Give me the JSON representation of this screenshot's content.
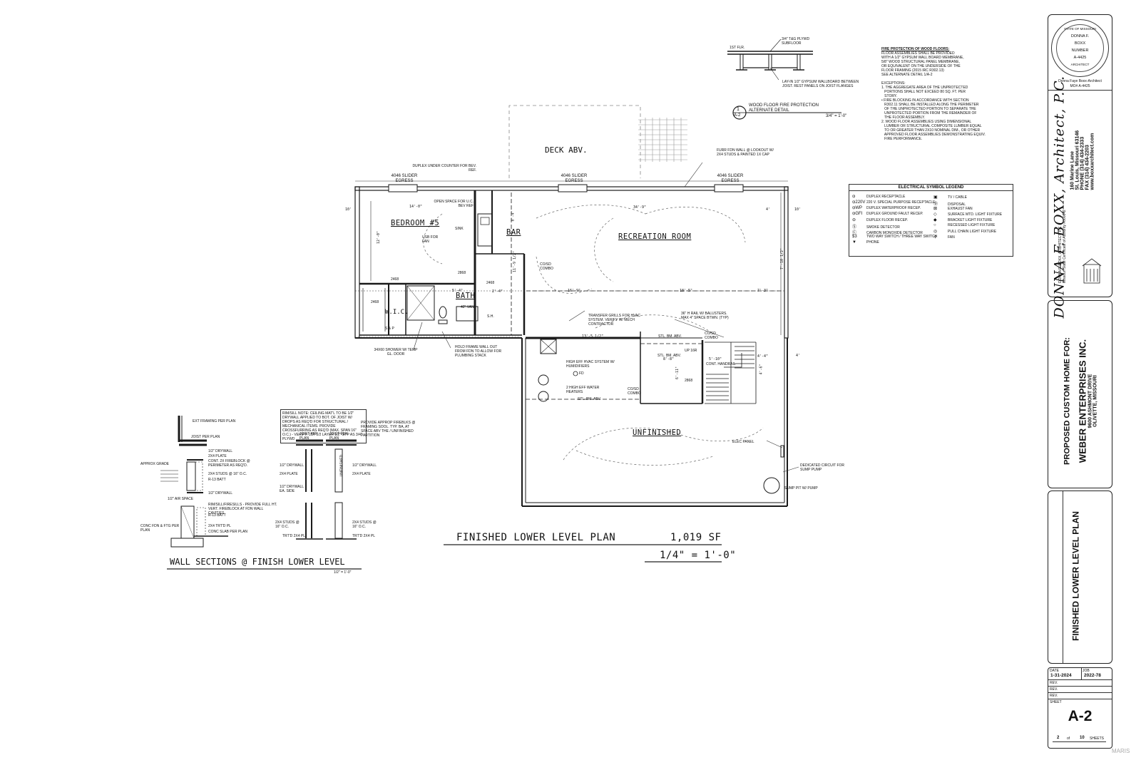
{
  "main_title": "FINISHED LOWER LEVEL PLAN",
  "main_area": "1,019 sf",
  "main_scale": "1/4\" = 1'-0\"",
  "wall_sections_title": "WALL SECTIONS @ FINISH LOWER LEVEL",
  "wall_sections_scale": "1/2\" = 1'-0\"",
  "rooms": {
    "bedroom": "BEDROOM #5",
    "recreation": "RECREATION ROOM",
    "bath": "BATH",
    "bar": "BAR",
    "wic": "W.I.C.",
    "deck": "DECK ABV.",
    "unfinished": "UNFINISHED"
  },
  "plan_notes": {
    "slider_1": "4046 SLIDER EGRESS",
    "slider_2": "4046 SLIDER EGRESS",
    "slider_3": "4046 SLIDER EGRESS",
    "duplex_counter": "DUPLEX UNDER COUNTER FOR BEV. REF.",
    "open_space": "OPEN SPACE FOR U.C. BEV REF",
    "sink": "SINK",
    "usb_fan": "USB FOR FAN",
    "van": "42\" VAN.",
    "shower": "34x60 SHOWER w/ TEMP GL. DOOR",
    "hold_frame": "HOLD FRAME WALL OUT FROM FDN TO ALLOW FOR PLUMBING STACK",
    "transfer": "TRANSFER GRILLS FOR HVAC SYSTEM. VERIFY w/ MECH CONTRACTOR",
    "rail": "36\" H RAIL w/ BALUSTERS. MAX 4\" SPACE BTWN. (TYP)",
    "furr": "FURR FDN WALL @ LOOKOUT w/ 2x4 STUDS & PAINTED 1X CAP",
    "hvac": "HIGH EFF HVAC SYSTEM w/ HUMIDIFIERS",
    "fd": "FD",
    "heaters": "2 HIGH EFF WATER HEATERS",
    "stl_bm_1": "STL. BM. ABV.",
    "stl_bm_2": "STL. BM. ABV.",
    "stl_bm_3": "STL. BM. ABV.",
    "up": "UP 16R",
    "handrail": "CONT. HANDRAIL",
    "elec_panel": "ELEC PANEL",
    "dedicated": "DEDICATED CIRCUIT FOR SUMP PUMP",
    "sump": "SUMP PIT w/ PUMP",
    "co_1": "CO/SD COMBO",
    "co_2": "CO/SD COMBO",
    "co_3": "CO/SD COMBO",
    "door_1": "2468",
    "door_2": "2468",
    "door_3": "2868",
    "door_4": "2868",
    "door_5": "2468",
    "shelf_1": "S.H.",
    "shelf_2": "S & P"
  },
  "dimensions": {
    "d1": "14'-0\"",
    "d2": "34'-9\"",
    "d3": "16'-9\"",
    "d4": "18'-5\"",
    "d5": "7'-3\"",
    "d6": "5'-4\"",
    "d7": "2'-4\"",
    "d8": "13'-5 1/2\"",
    "d9": "8'-8\"",
    "d10": "5'-10\"",
    "d11": "4'-4\"",
    "d12": "10'",
    "d13": "10'",
    "d14": "4'",
    "d15": "4'",
    "d16": "12'-0\"",
    "d17": "11'-9 1/2\"",
    "d18": "6'-11\"",
    "d19": "8'-4\"",
    "d20": "4'-6\"",
    "d21": "7'-10 1/2\""
  },
  "detail": {
    "top_label": "3/4\" T&G PLYWD SUBFLOOR",
    "floor_label": "1ST FLR.",
    "bottom_label": "LAY-IN 1/2\" GYPSUM WALLBOARD BETWEEN JOIST. REST PANELS ON JOIST FLANGES",
    "tag_num": "1",
    "tag_sheet": "A-2",
    "name": "WOOD FLOOR FIRE PROTECTION ALTERNATE DETAIL",
    "scale": "3/4\" = 1'-0\""
  },
  "fire_note": {
    "heading": "FIRE PROTECTION OF WOOD FLOORS:",
    "lines": [
      "FLOOR ASSEMBLIES SHALL BE PROVIDED",
      "WITH A 1/2\" GYPSUM WALL BOARD MEMBRANE,",
      "5/8\" WOOD STRUCTURAL PANEL MEMBRANE,",
      "OR EQUIVALENT ON THE UNDERSIDE OF THE",
      "FLOOR FRAMING (2015 IRC R302.13)",
      "SEE ALTERNATE DETAIL 1/A-2",
      "",
      "EXCEPTIONS:",
      "1. THE AGGREGATE AREA OF THE UNPROTECTED",
      "   PORTIONS SHALL NOT EXCEED 80 SQ. FT. PER",
      "   STORY.",
      "• FIRE BLOCKING IN ACCORDANCE WITH SECTION",
      "   R302.11 SHALL BE INSTALLED ALONG THE PERIMETER",
      "   OF THE UNPROTECTED PORTION TO SEPARATE THE",
      "   UNPROTECTED PORTION FROM THE REMAINDER OF",
      "   THE FLOOR ASSEMBLY.",
      "2. WOOD FLOOR ASSEMBLIES USING DIMENSIONAL",
      "   LUMBER OR STRUCTURAL COMPOSITE LUMBER EQUAL",
      "   TO OR GREATER THAN 2x10 NOMINAL DIM., OR OTHER",
      "   APPROVED FLOOR ASSEMBLIES DEMONSTRATING EQUIV.",
      "   FIRE PERFORMANCE."
    ]
  },
  "legend": {
    "title": "ELECTRICAL SYMBOL LEGEND",
    "left": [
      {
        "sym": "⦶",
        "label": "DUPLEX RECEPTACLE"
      },
      {
        "sym": "⦶220V",
        "label": "220 V. SPECIAL PURPOSE RECEPTACLE"
      },
      {
        "sym": "⦶WP",
        "label": "DUPLEX WATERPROOF RECEP."
      },
      {
        "sym": "⦶GFI",
        "label": "DUPLEX GROUND FAULT RECEP."
      },
      {
        "sym": "⊖",
        "label": "DUPLEX FLOOR RECEP."
      },
      {
        "sym": "Ⓢ",
        "label": "SMOKE DETECTOR"
      },
      {
        "sym": "Ⓒ",
        "label": "CARBON MONOXIDE DETECTOR"
      },
      {
        "sym": "$3",
        "label": "TWO WAY SWITCH / THREE WAY SWITCH"
      },
      {
        "sym": "▼",
        "label": "PHONE"
      }
    ],
    "right": [
      {
        "sym": "▣",
        "label": "TV / CABLE"
      },
      {
        "sym": "Ⓓ",
        "label": "DISPOSAL"
      },
      {
        "sym": "⊠",
        "label": "EXHAUST FAN"
      },
      {
        "sym": "◇",
        "label": "SURFACE MTD. LIGHT FIXTURE"
      },
      {
        "sym": "◆",
        "label": "BRACKET LIGHT FIXTURE"
      },
      {
        "sym": "○",
        "label": "RECESSED LIGHT FIXTURE"
      },
      {
        "sym": "◎",
        "label": "PULL CHAIN LIGHT FIXTURE"
      },
      {
        "sym": "✢",
        "label": "FAN"
      }
    ]
  },
  "title_block": {
    "seal_lines": [
      "STATE OF MISSOURI",
      "DONNA F.",
      "BOXX",
      "NUMBER",
      "A-4425",
      "ARCHITECT"
    ],
    "seal_caption_1": "Donna Faye Boxx-Architect",
    "seal_caption_2": "MO# A-4425",
    "firm_name": "DONNA F. BOXX, Architect, P.C.",
    "address_1": "160 Marine Lane",
    "address_2": "St. Louis, Missouri 63146",
    "phone": "PHONE (314) 434-2333",
    "fax": "FAX (314) 434-2203",
    "web": "www.boxxarchitect.com",
    "firm_small_1": "DONNA F. BOXX, ARCHITECT, P.C.",
    "firm_small_2": "Missouri State Certificate of Authority #000642",
    "project_1": "PROPOSED CUSTOM HOME FOR:",
    "project_2": "WEBER ENTERPRISES INC.",
    "project_3": "9600 ASHMONT DRIVE",
    "project_4": "OLIVETTE, MISSOURI",
    "sheet_title": "FINISHED LOWER LEVEL PLAN",
    "date_label": "DATE",
    "date_value": "1-31-2024",
    "job_label": "JOB",
    "job_value": "2022-78",
    "rev_1": "REV.",
    "rev_2": "REV.",
    "rev_3": "REV.",
    "sheet_label": "SHEET",
    "sheet_number": "A-2",
    "sheet_count_a": "2",
    "sheet_of": "of",
    "sheet_count_b": "10",
    "sheet_count_c": "SHEETS"
  },
  "wall_section_notes": {
    "left": [
      "EXT FRAMING PER PLAN",
      "JOIST PER PLAN",
      "1/2\" DRYWALL",
      "2X4 PLATE",
      "CONT. 2x FIREBLOCK @ PERIMETER AS REQ'D.",
      "2X4 STUDS @ 16\" O.C.",
      "R-13 BATT",
      "1/2\" DRYWALL",
      "1/2\" AIR SPACE",
      "APPROX GRADE",
      "CONC FDN & FTG PER PLAN",
      "2X4 TRT'D PL",
      "CONC SLAB PER PLAN",
      "R-13 BATT",
      "RIM/SILL/FIRESILLS - PROVIDE FULL HT. VERT. FIREBLOCK AT FDN WALL CAVITIES"
    ],
    "ceiling_note": "RIM/SILL NOTE: CEILING MAT'L TO BE 1/2\" DRYWALL APPLIED TO BOT. OF JOIST w/ DROPS AS REQ'D FOR STRUCTURAL / MECHANICAL ITEMS. PROVIDE CROSSFURRING AS REQ'D (MAX. SPAN 16\" O.C.) - VERIFY: 1ST 1/2 LAYER 1/2\" GYP AS 3/4\" PLYWD",
    "right_top": "PROVIDE APPROP FIREBLKS @ FRAMING SOOL. TYP. BA, AT SPACE ABV THE / UNFINISHED PARTITION",
    "mid": [
      "JOIST PER PLAN",
      "JOIST PER PLAN",
      "1/2\" DRYWALL",
      "1/2\" DRYWALL",
      "2X4 PLATE",
      "2X4 PLATE",
      "1/2\" DRYWALL EA. SIDE",
      "UNFINISHED",
      "2X4 STUDS @ 16\" O.C.",
      "2X4 STUDS @ 16\" O.C.",
      "TRT'D 2x4 PL",
      "TRT'D 2x4 PL"
    ]
  },
  "watermark": "MARIS"
}
